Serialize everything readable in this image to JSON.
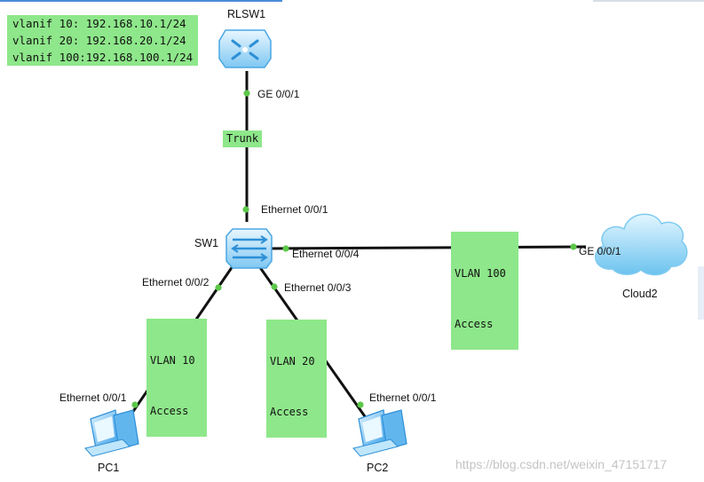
{
  "config_box": {
    "lines": [
      "vlanif 10: 192.168.10.1/24",
      "vlanif 20: 192.168.20.1/24",
      "vlanif 100:192.168.100.1/24"
    ]
  },
  "devices": {
    "rlsw1": "RLSW1",
    "sw1": "SW1",
    "pc1": "PC1",
    "pc2": "PC2",
    "cloud2": "Cloud2"
  },
  "ports": {
    "rlsw1_ge": "GE 0/0/1",
    "sw1_e1": "Ethernet 0/0/1",
    "sw1_e2": "Ethernet 0/0/2",
    "sw1_e3": "Ethernet 0/0/3",
    "sw1_e4": "Ethernet 0/0/4",
    "pc1_e1": "Ethernet 0/0/1",
    "pc2_e1": "Ethernet 0/0/1",
    "cloud_ge": "GE 0/0/1"
  },
  "link_tags": {
    "trunk": "Trunk",
    "vlan10": [
      "VLAN 10",
      "Access"
    ],
    "vlan20": [
      "VLAN 20",
      "Access"
    ],
    "vlan100": [
      "VLAN 100",
      "Access"
    ]
  },
  "watermark": "https://blog.csdn.net/weixin_47151717",
  "colors": {
    "tag_bg": "#8ee78a",
    "port_dot": "#5cc84a",
    "device_blue": "#3aa0e8"
  }
}
